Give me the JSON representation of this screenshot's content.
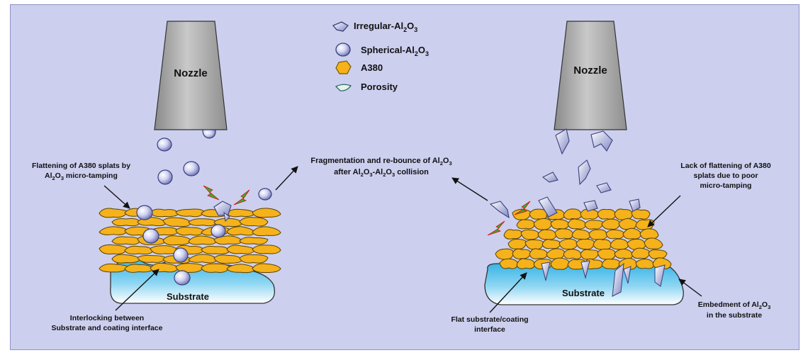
{
  "legend": {
    "irregular": "Irregular-Al2O3",
    "spherical": "Spherical-Al2O3",
    "a380": "A380",
    "porosity": "Porosity"
  },
  "left": {
    "nozzle": "Nozzle",
    "substrate": "Substrate",
    "annotation_flattening": [
      "Flattening of A380 splats by",
      "Al2O3 micro-tamping"
    ],
    "annotation_interlocking": [
      "Interlocking between",
      "Substrate and coating interface"
    ]
  },
  "center": {
    "annotation_fragmentation": [
      "Fragmentation and re-bounce of Al2O3",
      "after Al2O3-Al2O3 collision"
    ]
  },
  "right": {
    "nozzle": "Nozzle",
    "substrate": "Substrate",
    "annotation_lack": [
      "Lack of flattening of A380",
      "splats due to poor",
      "micro-tamping"
    ],
    "annotation_flat": [
      "Flat substrate/coating",
      "interface"
    ],
    "annotation_embedment": [
      "Embedment of Al2O3",
      "in  the substrate"
    ]
  },
  "colors": {
    "background": "#cdcfef",
    "nozzle": "#a6a6a6",
    "a380": "#f5b21a",
    "al2o3": "#b9bde8",
    "substrate": "#5bc2ea",
    "spark": "#2ab52a"
  }
}
